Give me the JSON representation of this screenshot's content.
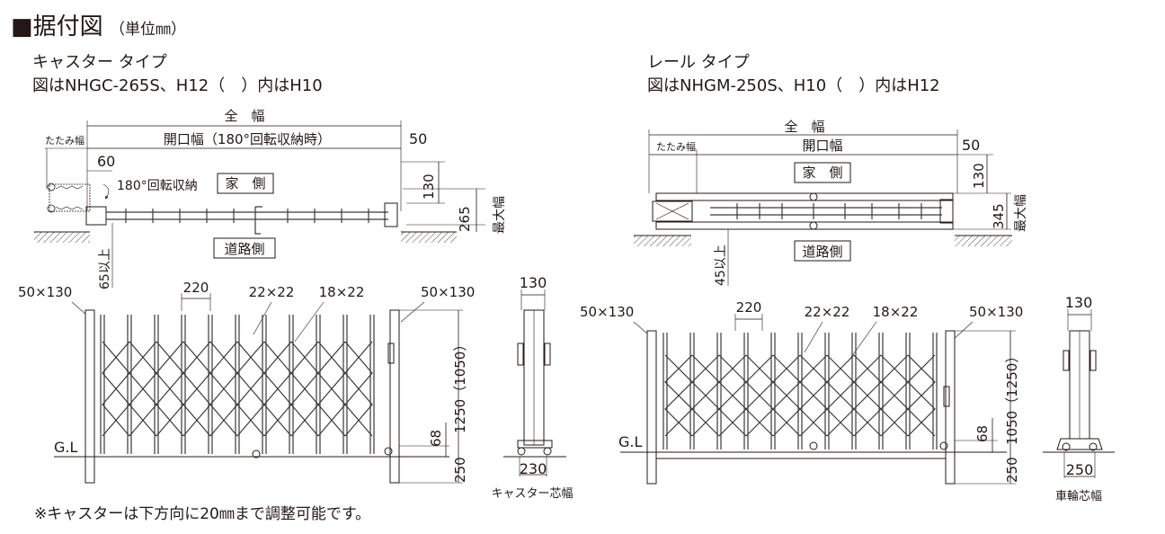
{
  "header": {
    "title": "■据付図",
    "unit": "（単位㎜）"
  },
  "left": {
    "type_label": "キャスター タイプ",
    "model_note": "図はNHGC-265S、H12（　）内はH10",
    "plan": {
      "total_width": "全　幅",
      "tatami": "たたみ幅",
      "opening": "開口幅（180°回転収納時）",
      "dim_50": "50",
      "dim_60": "60",
      "rotate": "180°回転収納",
      "house": "家　側",
      "road": "道路側",
      "dim_130": "130",
      "dim_265": "265",
      "max_width": "最大幅",
      "dim_65": "65以上"
    },
    "elev": {
      "post_l": "50×130",
      "pitch": "220",
      "bar1": "22×22",
      "bar2": "18×22",
      "post_r": "50×130",
      "height": "1250（1050）",
      "dim_68": "68",
      "dim_250": "250",
      "gl": "G.L"
    },
    "side": {
      "dim_130": "130",
      "dim_230": "230",
      "label": "キャスター芯幅"
    },
    "footnote": "※キャスターは下方向に20㎜まで調整可能です。"
  },
  "right": {
    "type_label": "レール タイプ",
    "model_note": "図はNHGM-250S、H10（　）内はH12",
    "plan": {
      "total_width": "全　幅",
      "tatami": "たたみ幅",
      "opening": "開口幅",
      "dim_50": "50",
      "house": "家　側",
      "road": "道路側",
      "dim_130": "130",
      "dim_345": "345",
      "max_width": "最大幅",
      "dim_45": "45以上"
    },
    "elev": {
      "post_l": "50×130",
      "pitch": "220",
      "bar1": "22×22",
      "bar2": "18×22",
      "post_r": "50×130",
      "height": "1050（1250）",
      "dim_68": "68",
      "dim_250": "250",
      "gl": "G.L"
    },
    "side": {
      "dim_130": "130",
      "dim_250": "250",
      "label": "車輪芯幅"
    }
  }
}
